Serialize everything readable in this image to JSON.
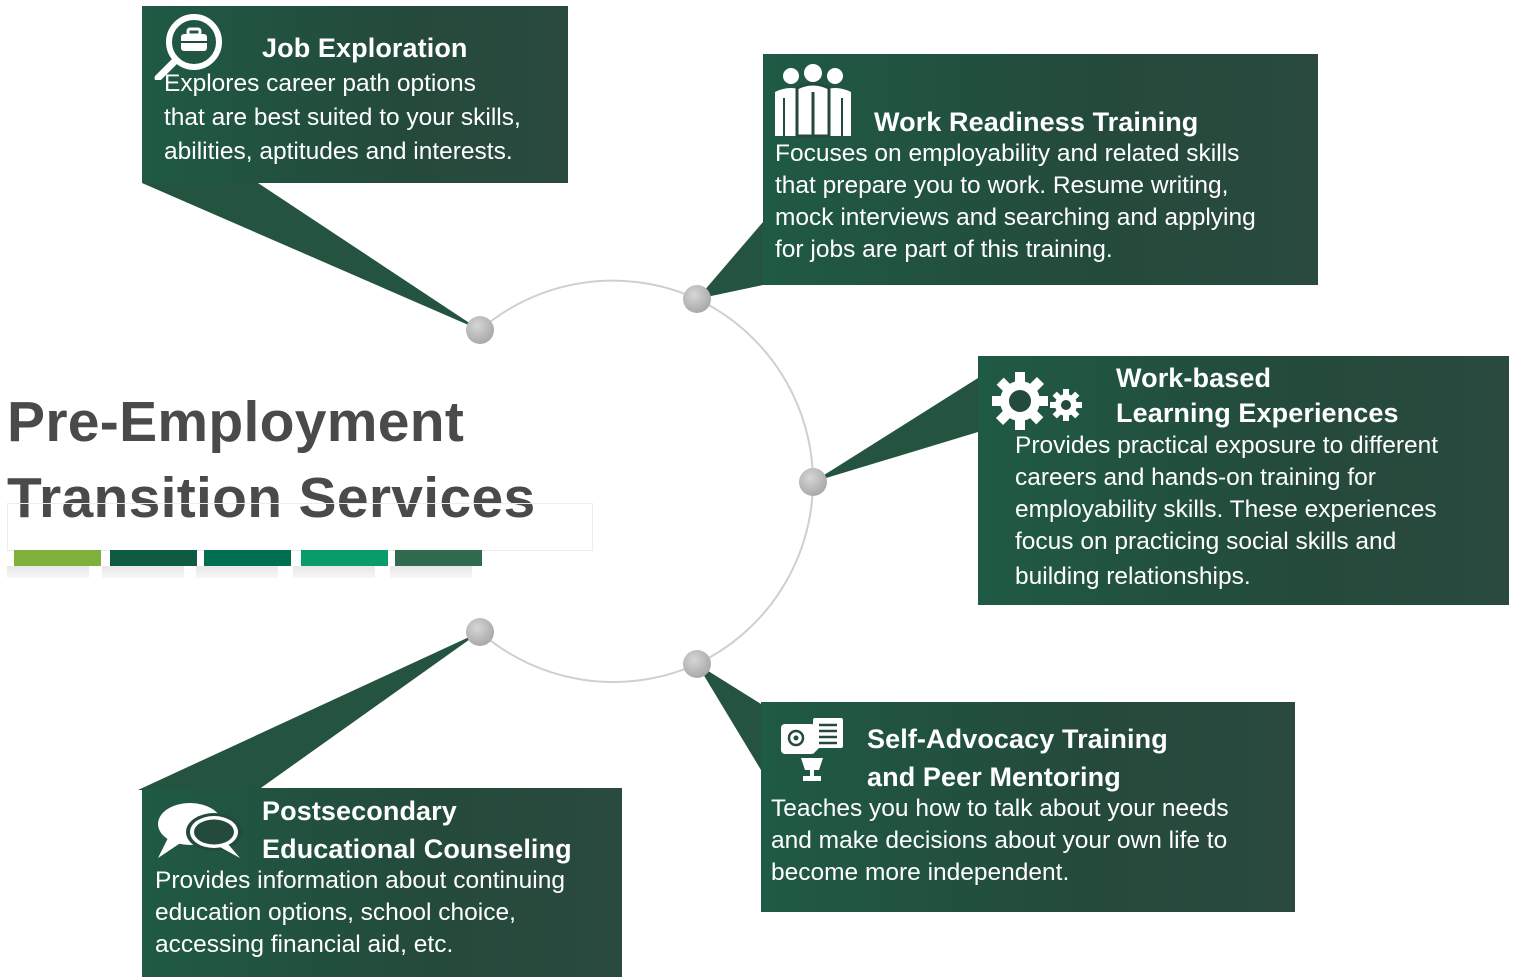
{
  "page_title": {
    "line1": "Pre-Employment",
    "line2": "Transition Services"
  },
  "accent_bars": [
    {
      "color": "#7fb03b"
    },
    {
      "color": "#0e5a43"
    },
    {
      "color": "#006e51"
    },
    {
      "color": "#0a9b6a"
    },
    {
      "color": "#2f6b4c"
    }
  ],
  "colors": {
    "card_background": "#244a3b",
    "title_text": "#4a4a4a",
    "ring": "#cfcfcf",
    "node": "#b8b8b8"
  },
  "services": {
    "job_exploration": {
      "icon": "magnifier-briefcase-icon",
      "title": "Job Exploration",
      "lines": [
        "Explores career path options",
        "that are best suited to your skills,",
        "abilities, aptitudes and interests."
      ]
    },
    "work_readiness": {
      "icon": "group-people-icon",
      "title": "Work Readiness Training",
      "lines": [
        "Focuses on employability and related skills",
        "that prepare you to work. Resume writing,",
        "mock interviews and searching and applying",
        "for jobs are part of this training."
      ]
    },
    "work_based": {
      "icon": "gears-icon",
      "title_lines": [
        "Work-based",
        "Learning Experiences"
      ],
      "lines": [
        "Provides practical exposure to different",
        "careers and hands-on training for",
        "employability skills. These experiences",
        "focus on practicing social skills and",
        "building relationships."
      ]
    },
    "self_advocacy": {
      "icon": "chat-trophy-icon",
      "title_lines": [
        "Self-Advocacy Training",
        "and Peer Mentoring"
      ],
      "lines": [
        "Teaches you how to talk about your needs",
        "and make decisions about your own life to",
        "become more independent."
      ]
    },
    "postsecondary": {
      "icon": "speech-bubbles-icon",
      "title_lines": [
        "Postsecondary",
        "Educational Counseling"
      ],
      "lines": [
        "Provides information about continuing",
        "education options, school choice,",
        "accessing financial aid, etc."
      ]
    }
  }
}
